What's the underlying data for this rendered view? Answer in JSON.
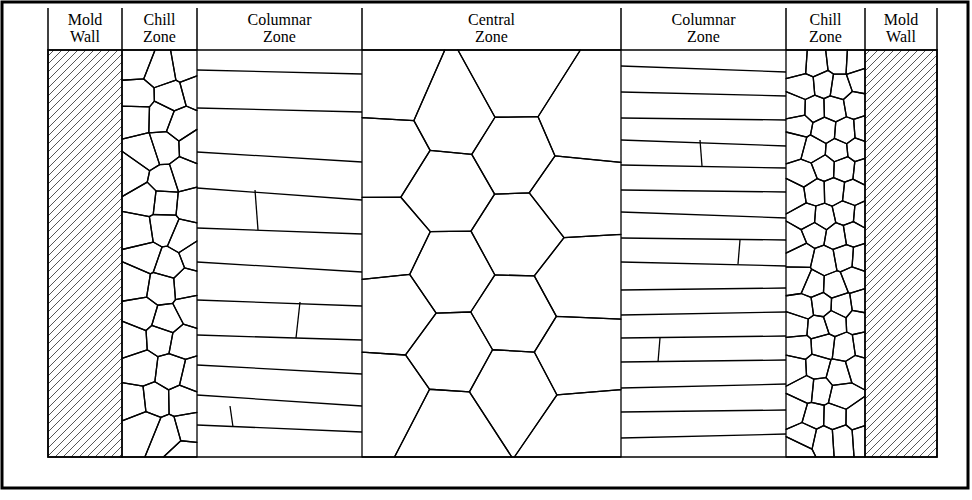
{
  "diagram": {
    "labels": [
      "Mold Wall",
      "Chill Zone",
      "Columnar Zone",
      "Central Zone",
      "Columnar Zone",
      "Chill Zone",
      "Mold Wall"
    ]
  }
}
